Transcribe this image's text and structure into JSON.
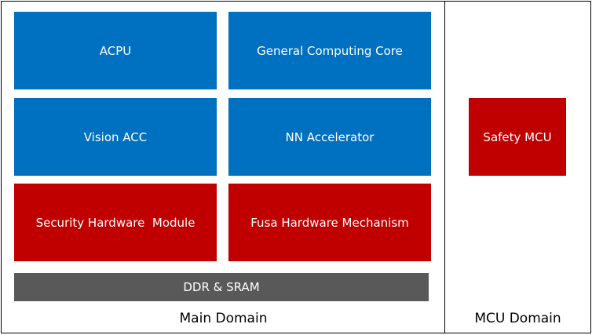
{
  "main_domain": {
    "label": "Main Domain",
    "blocks": {
      "acpu": "ACPU",
      "general_computing_core": "General Computing Core",
      "vision_acc": "Vision ACC",
      "nn_accelerator": "NN Accelerator",
      "security_hardware_module": "Security Hardware  Module",
      "fusa_hardware_mechanism": "Fusa Hardware Mechanism",
      "ddr_sram": "DDR & SRAM"
    }
  },
  "mcu_domain": {
    "label": "MCU Domain",
    "blocks": {
      "safety_mcu": "Safety MCU"
    }
  },
  "colors": {
    "compute_block": "#0070c0",
    "safety_block": "#c00000",
    "memory_block": "#595959"
  }
}
